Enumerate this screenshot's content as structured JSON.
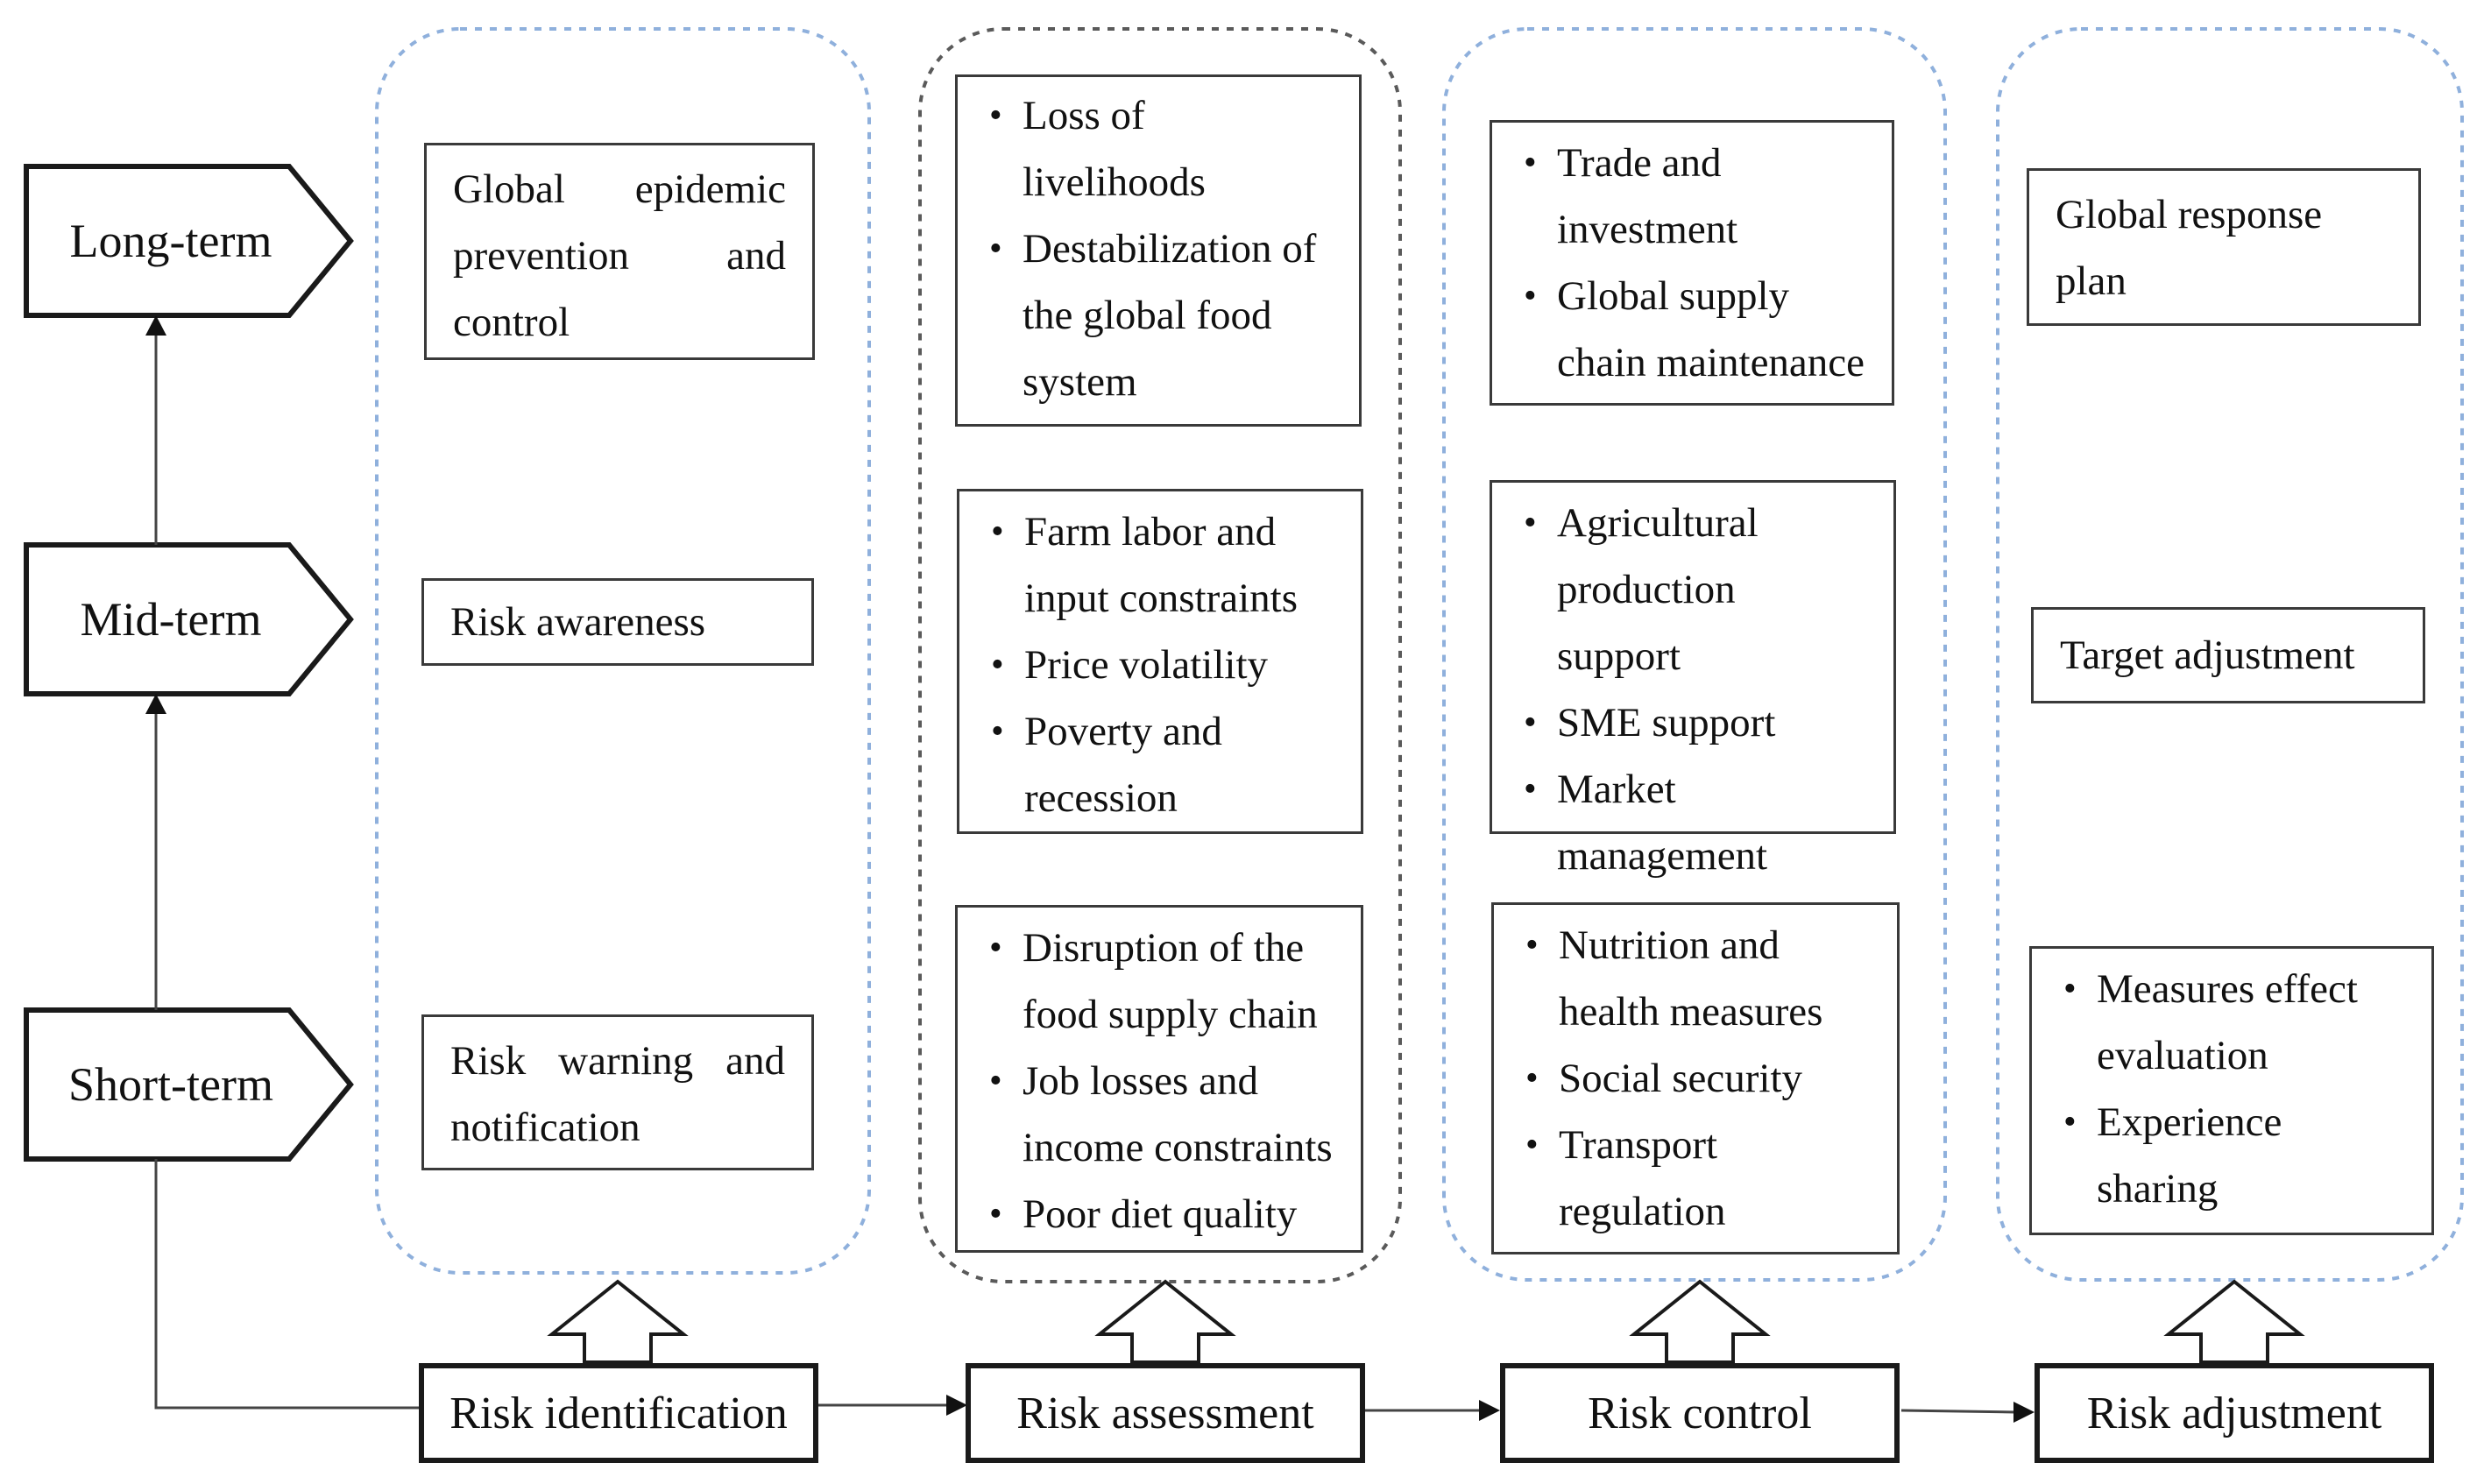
{
  "colors": {
    "group_border_blue": "#8fb0dc",
    "group_border_gray": "#5a5a5a",
    "line": "#444444"
  },
  "timeline": {
    "long_term": "Long-term",
    "mid_term": "Mid-term",
    "short_term": "Short-term"
  },
  "stages": {
    "identification": "Risk identification",
    "assessment": "Risk assessment",
    "control": "Risk control",
    "adjustment": "Risk adjustment"
  },
  "identification": {
    "long": "Global epidemic prevention and control",
    "mid": "Risk awareness",
    "short": "Risk warning and notification"
  },
  "assessment": {
    "long": [
      "Loss of livelihoods",
      "Destabilization of the global food system"
    ],
    "mid": [
      "Farm labor and input constraints",
      "Price volatility",
      "Poverty and recession"
    ],
    "short": [
      "Disruption of the food supply chain",
      "Job losses and income constraints",
      "Poor diet quality"
    ]
  },
  "control": {
    "long": [
      "Trade and investment",
      "Global supply chain maintenance"
    ],
    "mid": [
      "Agricultural production support",
      "SME support",
      "Market management"
    ],
    "short": [
      "Nutrition and health measures",
      "Social security",
      "Transport regulation"
    ]
  },
  "adjustment": {
    "long": "Global response plan",
    "mid": "Target adjustment",
    "short": [
      "Measures effect evaluation",
      "Experience sharing"
    ]
  }
}
